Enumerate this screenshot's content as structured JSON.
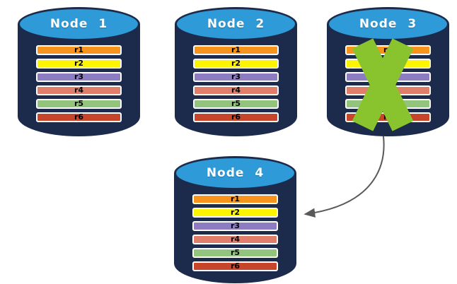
{
  "colors": {
    "cylinder_body": "#1C2B4B",
    "cylinder_top": "#2F9AD8",
    "row_border": "#FFFFFF",
    "row_text": "#000000",
    "title_text": "#FFFFFF",
    "failure_x": "#89C32E",
    "arrow": "#595959"
  },
  "nodes": [
    {
      "title": "Node 1",
      "failed": false,
      "rows": [
        {
          "label": "r1",
          "color": "#F7941E"
        },
        {
          "label": "r2",
          "color": "#FCF400"
        },
        {
          "label": "r3",
          "color": "#8E7CC3"
        },
        {
          "label": "r4",
          "color": "#DF7E6B"
        },
        {
          "label": "r5",
          "color": "#93C47D"
        },
        {
          "label": "r6",
          "color": "#C7452B"
        }
      ]
    },
    {
      "title": "Node 2",
      "failed": false,
      "rows": [
        {
          "label": "r1",
          "color": "#F7941E"
        },
        {
          "label": "r2",
          "color": "#FCF400"
        },
        {
          "label": "r3",
          "color": "#8E7CC3"
        },
        {
          "label": "r4",
          "color": "#DF7E6B"
        },
        {
          "label": "r5",
          "color": "#93C47D"
        },
        {
          "label": "r6",
          "color": "#C7452B"
        }
      ]
    },
    {
      "title": "Node 3",
      "failed": true,
      "rows": [
        {
          "label": "r1",
          "color": "#F7941E"
        },
        {
          "label": "r2",
          "color": "#FCF400"
        },
        {
          "label": "r3",
          "color": "#8E7CC3"
        },
        {
          "label": "r4",
          "color": "#DF7E6B"
        },
        {
          "label": "r5",
          "color": "#93C47D"
        },
        {
          "label": "r6",
          "color": "#C7452B"
        }
      ]
    },
    {
      "title": "Node 4",
      "failed": false,
      "rows": [
        {
          "label": "r1",
          "color": "#F7941E"
        },
        {
          "label": "r2",
          "color": "#FCF400"
        },
        {
          "label": "r3",
          "color": "#8E7CC3"
        },
        {
          "label": "r4",
          "color": "#DF7E6B"
        },
        {
          "label": "r5",
          "color": "#93C47D"
        },
        {
          "label": "r6",
          "color": "#C7452B"
        }
      ]
    }
  ],
  "arrow": {
    "from": "Node 3",
    "to": "Node 4"
  }
}
